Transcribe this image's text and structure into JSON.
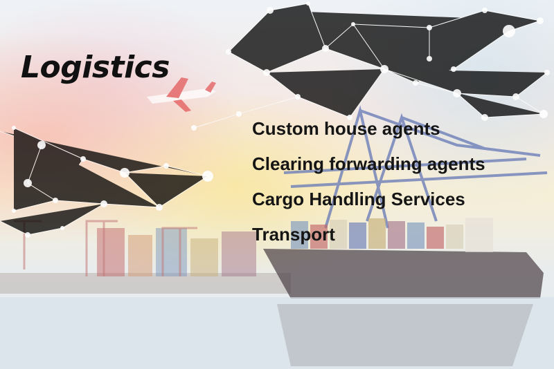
{
  "heading": {
    "title": "Logistics"
  },
  "services": [
    {
      "label": "Custom house agents"
    },
    {
      "label": "Clearing forwarding agents"
    },
    {
      "label": "Cargo Handling Services"
    },
    {
      "label": "Transport"
    }
  ],
  "colors": {
    "text": "#151515",
    "sky_warm": "#f7d9a6",
    "sky_pink": "#f5c4c4",
    "water": "#e3ebef",
    "hull": "#4a3f44"
  }
}
